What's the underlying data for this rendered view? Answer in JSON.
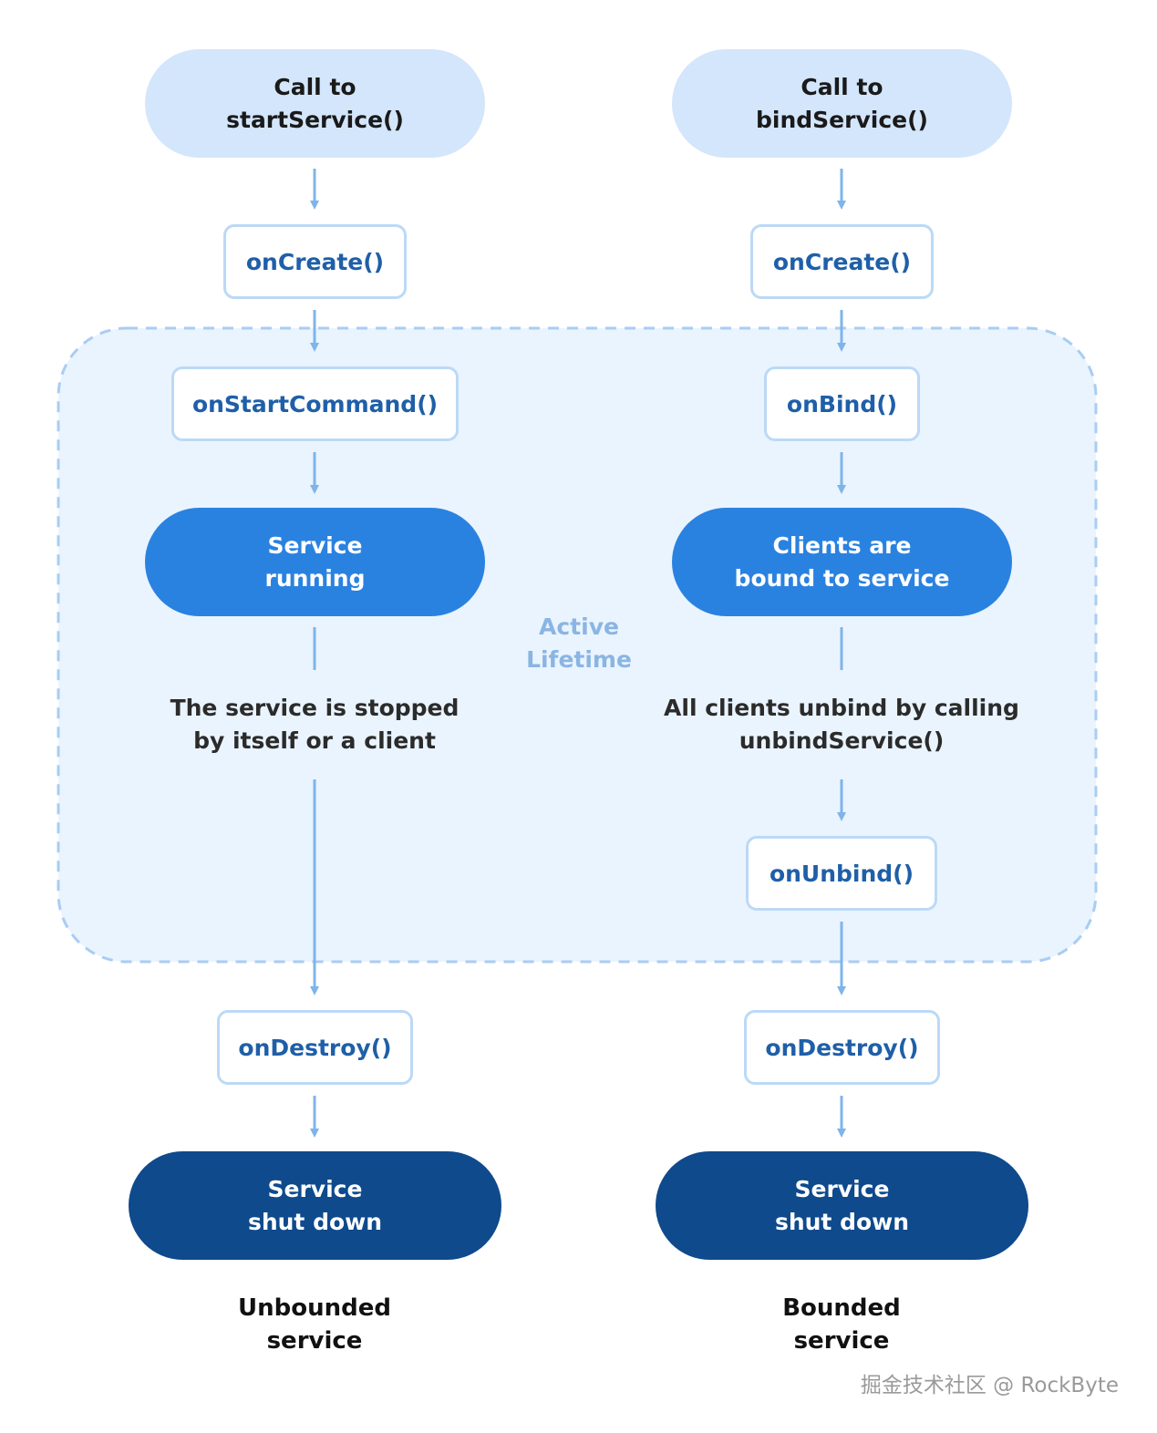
{
  "colors": {
    "arrow": "#7fb4ea",
    "zone_fill": "#eaf4fe",
    "zone_border": "#a9cdf3",
    "pill_light": "#d3e6fb",
    "pill_mid": "#2a82e0",
    "pill_dark": "#0e4a8c",
    "box_border": "#bcd9f6",
    "box_text": "#1f5fa8"
  },
  "zone": {
    "label_line1": "Active",
    "label_line2": "Lifetime"
  },
  "left": {
    "start": {
      "line1": "Call to",
      "line2": "startService()"
    },
    "on_create": "onCreate()",
    "on_start_command": "onStartCommand()",
    "running": {
      "line1": "Service",
      "line2": "running"
    },
    "stop_note": {
      "line1": "The service is stopped",
      "line2": "by itself or a client"
    },
    "on_destroy": "onDestroy()",
    "shutdown": {
      "line1": "Service",
      "line2": "shut down"
    },
    "caption": {
      "line1": "Unbounded",
      "line2": "service"
    }
  },
  "right": {
    "start": {
      "line1": "Call to",
      "line2": "bindService()"
    },
    "on_create": "onCreate()",
    "on_bind": "onBind()",
    "bound": {
      "line1": "Clients are",
      "line2": "bound to service"
    },
    "unbind_note": {
      "line1": "All clients unbind by calling",
      "line2": "unbindService()"
    },
    "on_unbind": "onUnbind()",
    "on_destroy": "onDestroy()",
    "shutdown": {
      "line1": "Service",
      "line2": "shut down"
    },
    "caption": {
      "line1": "Bounded",
      "line2": "service"
    }
  },
  "watermark": "掘金技术社区 @ RockByte"
}
